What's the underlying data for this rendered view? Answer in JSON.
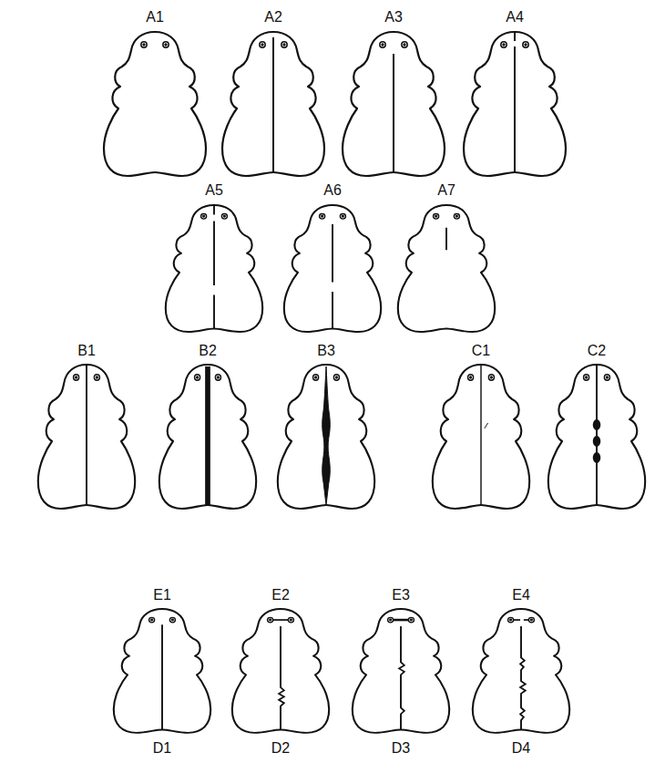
{
  "diagram": {
    "labels": [
      "A1",
      "A2",
      "A3",
      "A4",
      "A5",
      "A6",
      "A7",
      "B1",
      "B2",
      "B3",
      "C1",
      "C2",
      "E1",
      "E2",
      "E3",
      "E4",
      "D1",
      "D2",
      "D3",
      "D4"
    ]
  }
}
